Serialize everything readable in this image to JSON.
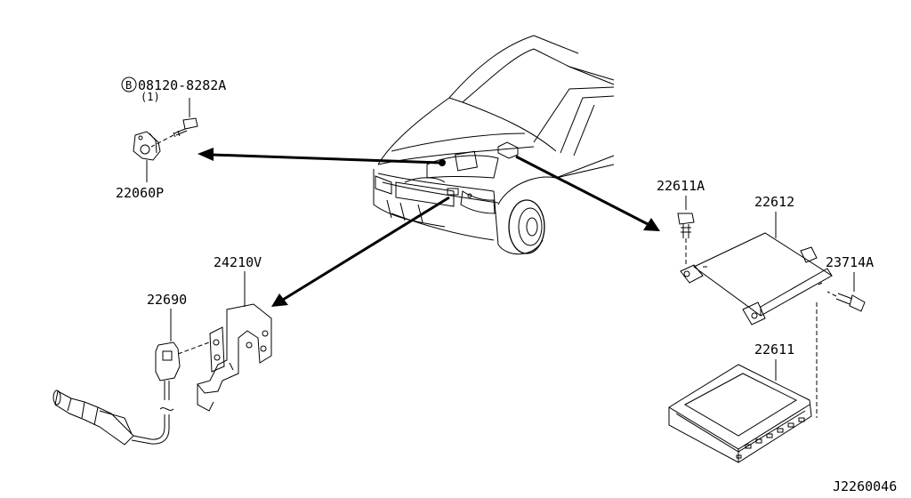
{
  "parts": {
    "bolt_callout_symbol": "B",
    "bolt_callout_number": "08120-8282A",
    "bolt_callout_qty": "(1)",
    "knock_sensor": "22060P",
    "bracket_24210V": "24210V",
    "oxygen_sensor": "22690",
    "bolt_22611A": "22611A",
    "ecm_bracket": "22612",
    "bolt_23714A": "23714A",
    "ecm": "22611"
  },
  "diagram_id": "J2260046"
}
